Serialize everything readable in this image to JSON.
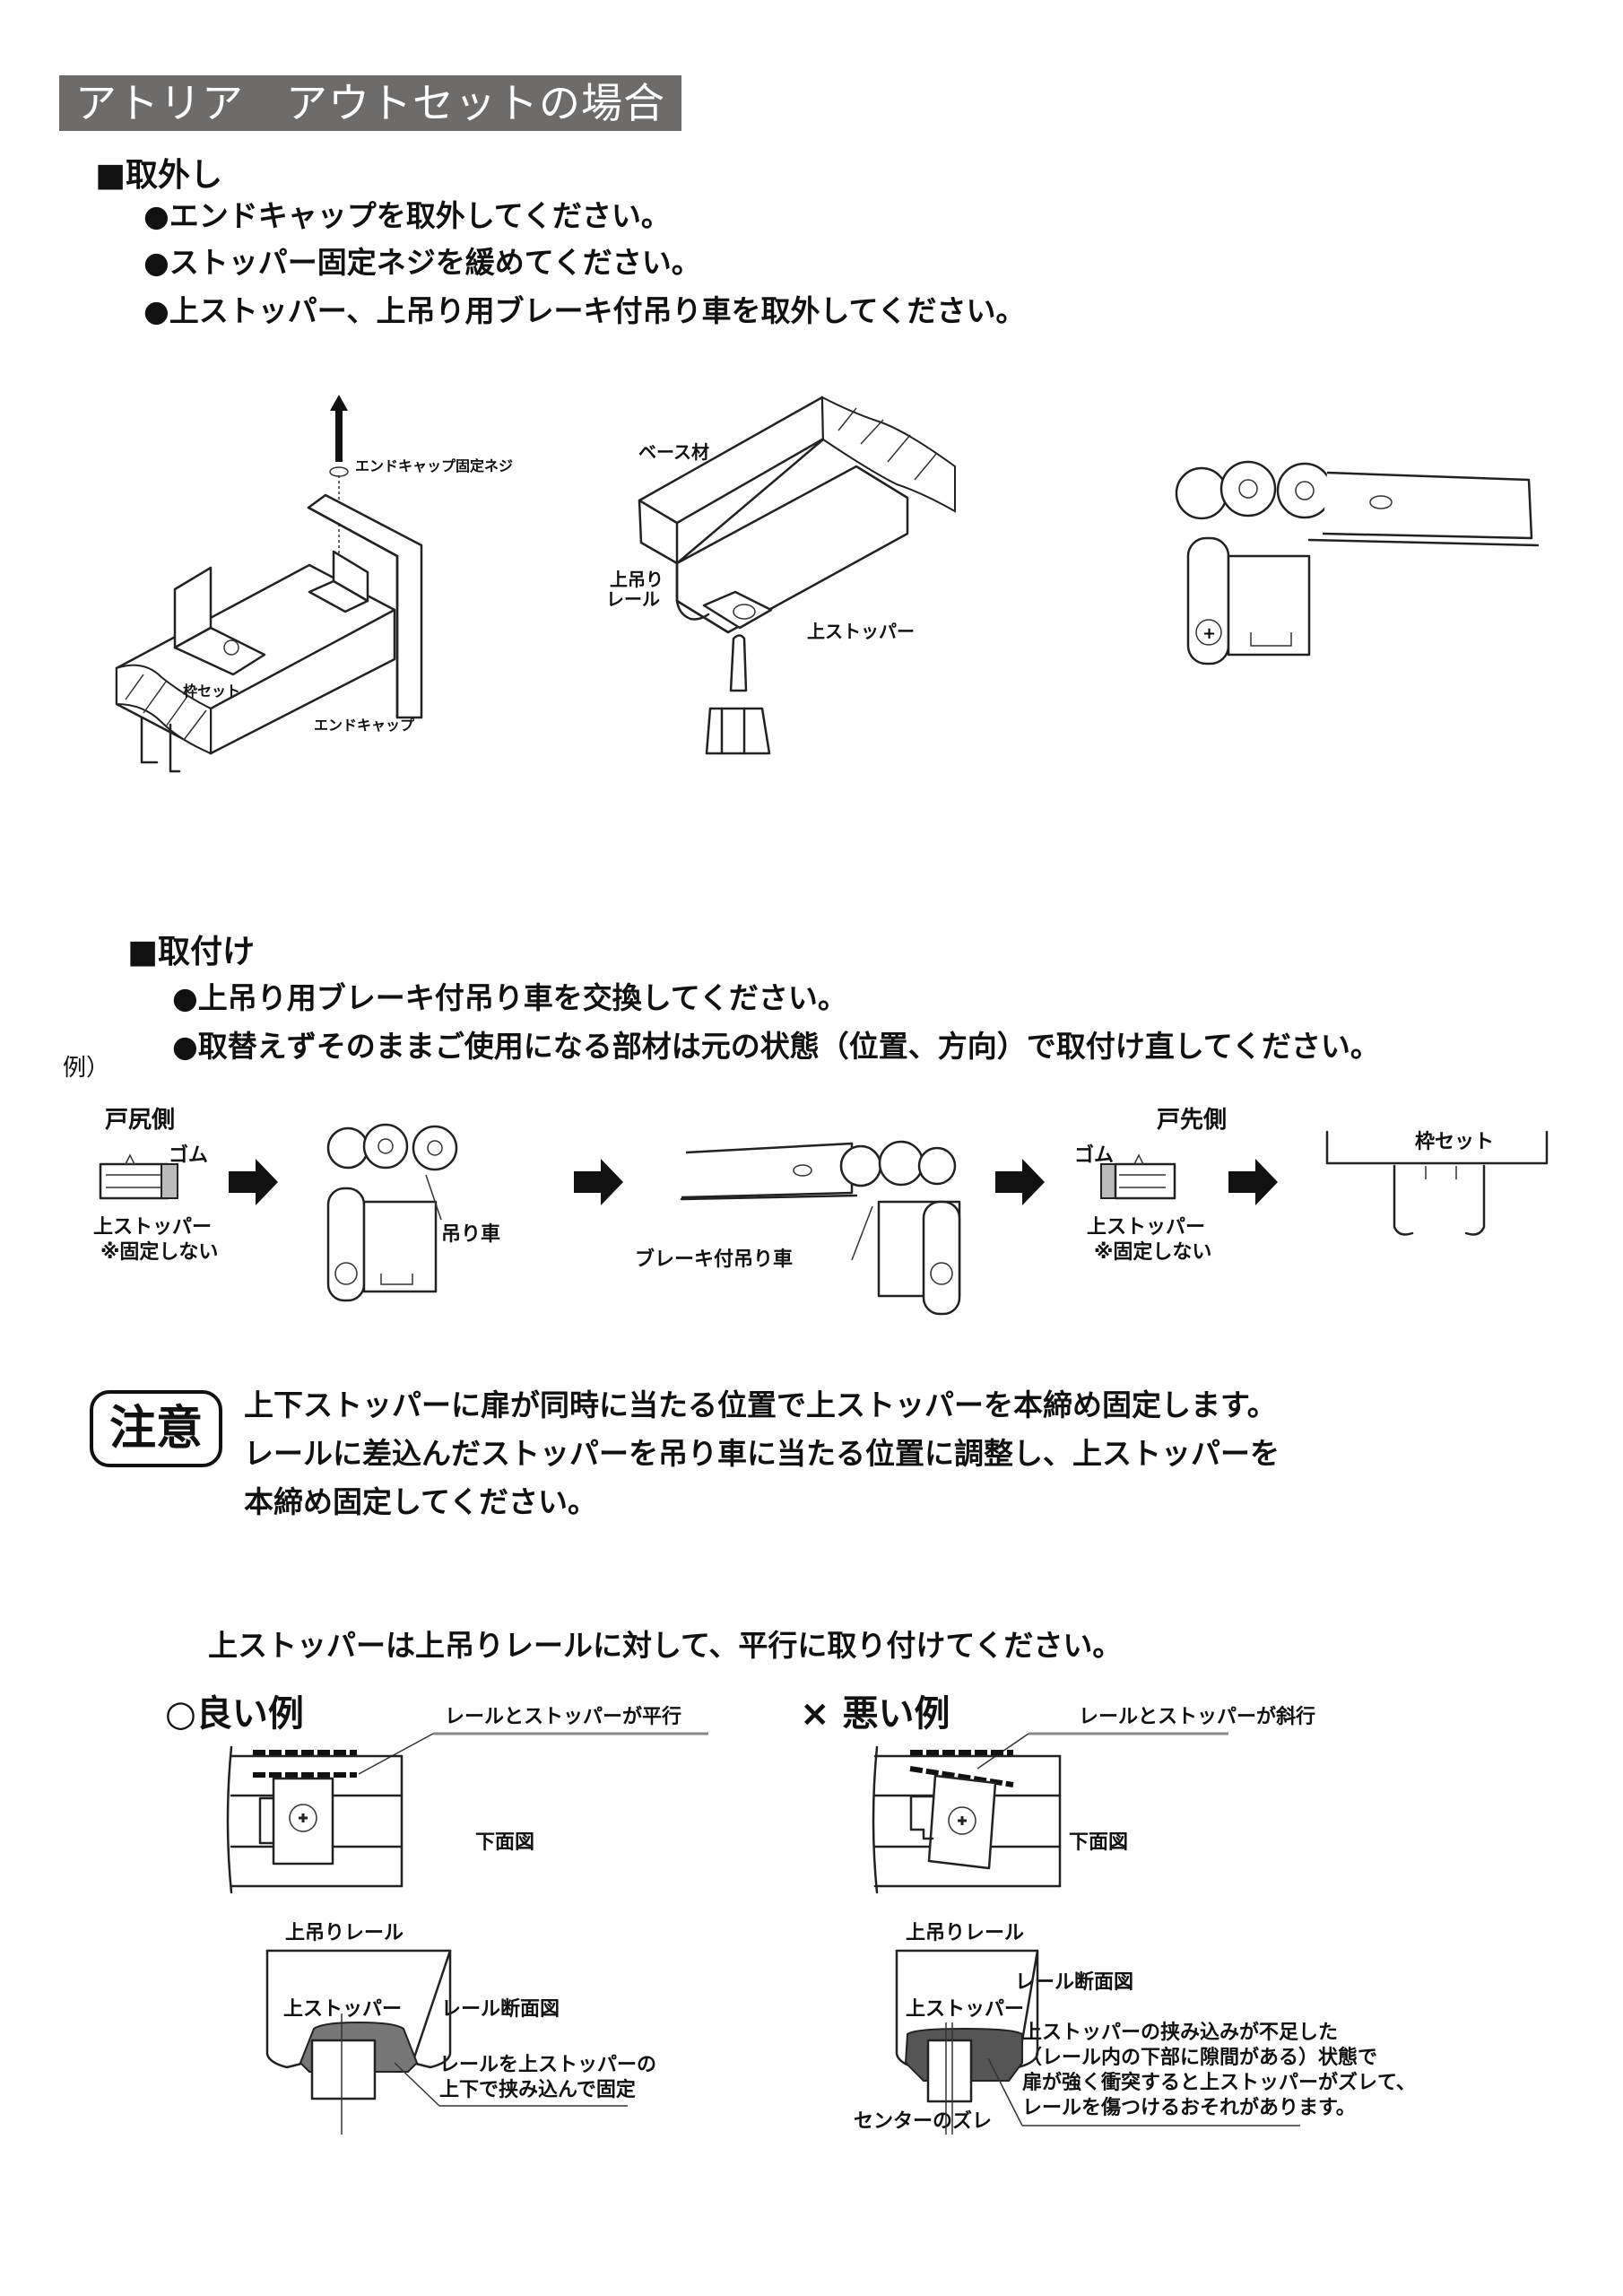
{
  "header": {
    "title": "アトリア　アウトセットの場合"
  },
  "removal": {
    "heading": "■取外し",
    "steps": [
      "●エンドキャップを取外してください。",
      "●ストッパー固定ネジを緩めてください。",
      "●上ストッパー、上吊り用ブレーキ付吊り車を取外してください。"
    ],
    "figure1": {
      "screw_label": "エンドキャップ固定ネジ",
      "frame_label": "枠セット",
      "endcap_label": "エンドキャップ"
    },
    "figure2": {
      "base_label": "ベース材",
      "rail_label_line1": "上吊り",
      "rail_label_line2": "レール",
      "stopper_label": "上ストッパー"
    }
  },
  "install": {
    "heading": "■取付け",
    "steps": [
      "●上吊り用ブレーキ付吊り車を交換してください。",
      "●取替えずそのままご使用になる部材は元の状態（位置、方向）で取付け直してください。"
    ],
    "example_label": "例）",
    "sequence": {
      "door_tail_side": "戸尻側",
      "rubber_left": "ゴム",
      "stopper_left": "上ストッパー",
      "not_fixed_left": "※固定しない",
      "hanger_label": "吊り車",
      "brake_hanger_label": "ブレーキ付吊り車",
      "door_front_side": "戸先側",
      "rubber_right": "ゴム",
      "stopper_right": "上ストッパー",
      "not_fixed_right": "※固定しない",
      "frame_set_label": "枠セット"
    }
  },
  "caution": {
    "badge": "注意",
    "lines": [
      "上下ストッパーに扉が同時に当たる位置で上ストッパーを本締め固定します。",
      "レールに差込んだストッパーを吊り車に当たる位置に調整し、上ストッパーを",
      "本締め固定してください。"
    ]
  },
  "parallel": {
    "instruction": "上ストッパーは上吊りレールに対して、平行に取り付けてください。",
    "good": {
      "heading": "○良い例",
      "callout": "レールとストッパーが平行",
      "bottom_view": "下面図",
      "rail_label": "上吊りレール",
      "stopper_label": "上ストッパー",
      "section_label": "レール断面図",
      "note_line1": "レールを上ストッパーの",
      "note_line2": "上下で挟み込んで固定"
    },
    "bad": {
      "heading": "× 悪い例",
      "callout": "レールとストッパーが斜行",
      "bottom_view": "下面図",
      "rail_label": "上吊りレール",
      "stopper_label": "上ストッパー",
      "section_label": "レール断面図",
      "center_shift": "センターのズレ",
      "note_lines": [
        "上ストッパーの挟み込みが不足した",
        "（レール内の下部に隙間がある）状態で",
        "扉が強く衝突すると上ストッパーがズレて、",
        "レールを傷つけるおそれがあります。"
      ]
    }
  }
}
